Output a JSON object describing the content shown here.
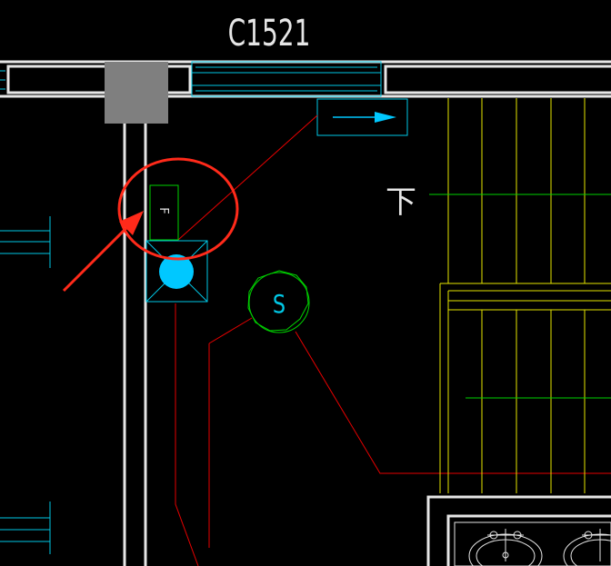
{
  "drawing": {
    "window_label": "C1521",
    "riser_symbol_label": "S",
    "down_label": "下",
    "column_tag_label": "F"
  },
  "colors": {
    "background": "#000000",
    "wall": "#e6e6e6",
    "window_cyan": "#00c8e6",
    "column_fill": "#7f7f7f",
    "stair_yellow": "#e6e600",
    "leader_red": "#e60000",
    "tag_green": "#00d200",
    "riser_cyan": "#00c8ff",
    "annotation_red": "#ff2a1a"
  }
}
